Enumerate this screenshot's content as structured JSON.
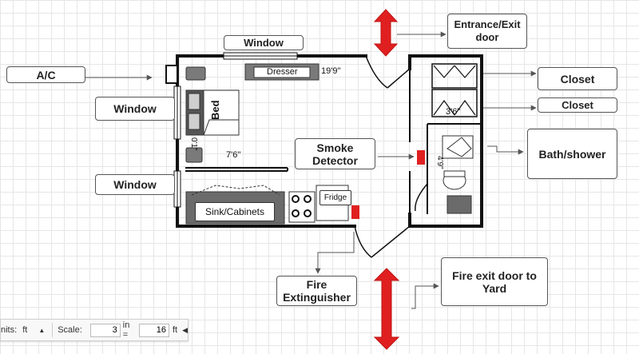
{
  "labels": {
    "ac": "A/C",
    "window_top": "Window",
    "window_left1": "Window",
    "window_left2": "Window",
    "entrance": "Entrance/Exit door",
    "closet1": "Closet",
    "closet2": "Closet",
    "bath": "Bath/shower",
    "smoke": "Smoke Detector",
    "fire_ext": "Fire Extinguisher",
    "fire_exit": "Fire exit door to Yard"
  },
  "room_labels": {
    "dresser": "Dresser",
    "dresser_dim": "19'9\"",
    "bed": "Bed",
    "bed_dim": "0'1\"",
    "room_dim": "7'6\"",
    "closet_dim": "3'6\"",
    "bath_dim": "4'9\"",
    "sink": "Sink/Cabinets",
    "fridge": "Fridge"
  },
  "toolbar": {
    "units_label": "nits:",
    "units_value": "ft",
    "scale_label": "Scale:",
    "scale_in_value": "3",
    "in_eq": "in =",
    "scale_ft_value": "16",
    "ft_label": "ft"
  },
  "colors": {
    "marker_red": "#e02020",
    "wall": "#111111",
    "furniture": "#666666"
  }
}
